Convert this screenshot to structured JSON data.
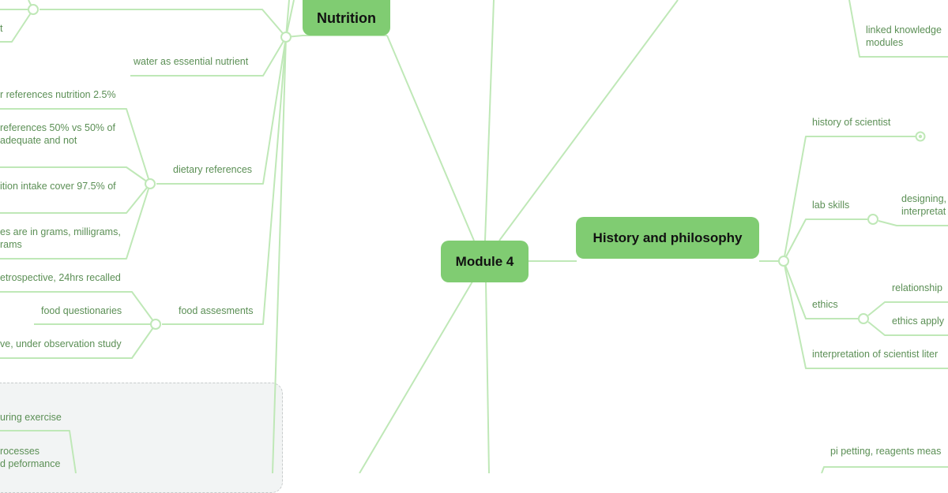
{
  "map": {
    "central": "Module 4",
    "colors": {
      "topic_fill": "#80cc72",
      "line": "#bfe8b7",
      "label_text": "#5b8f55",
      "group_bg": "#f2f4f4",
      "group_border": "#c8cccc"
    },
    "nutrition": {
      "title": "Nutrition",
      "water": "water as essential  nutrient",
      "dietary_references": {
        "label": "dietary references",
        "items": [
          "r references nutrition 2.5%",
          "references 50% vs 50% of",
          "adequate and not",
          "ition intake cover 97.5% of",
          "es are in grams, milligrams,",
          "rams"
        ]
      },
      "food_assessments": {
        "label": "food assesments",
        "items": [
          "etrospective, 24hrs recalled",
          "food questionaries",
          "ve, under observation study"
        ]
      },
      "top_partial": "t"
    },
    "history": {
      "title": "History and philosophy",
      "history_of_scientist": "history of scientist",
      "lab_skills": {
        "label": "lab skills",
        "child_line1": "designing,",
        "child_line2": "interpretat"
      },
      "ethics": {
        "label": "ethics",
        "items": [
          "relationship",
          "ethics apply"
        ]
      },
      "interpretation": "interpretation of scientist liter"
    },
    "top_right": {
      "linked_line1": "linked knowledge",
      "linked_line2": "modules"
    },
    "bottom_right": {
      "pipetting": "pi petting, reagents meas"
    },
    "bottom_left_group": {
      "item1": "uring exercise",
      "item2_line1": "rocesses",
      "item2_line2": "d peformance"
    }
  }
}
